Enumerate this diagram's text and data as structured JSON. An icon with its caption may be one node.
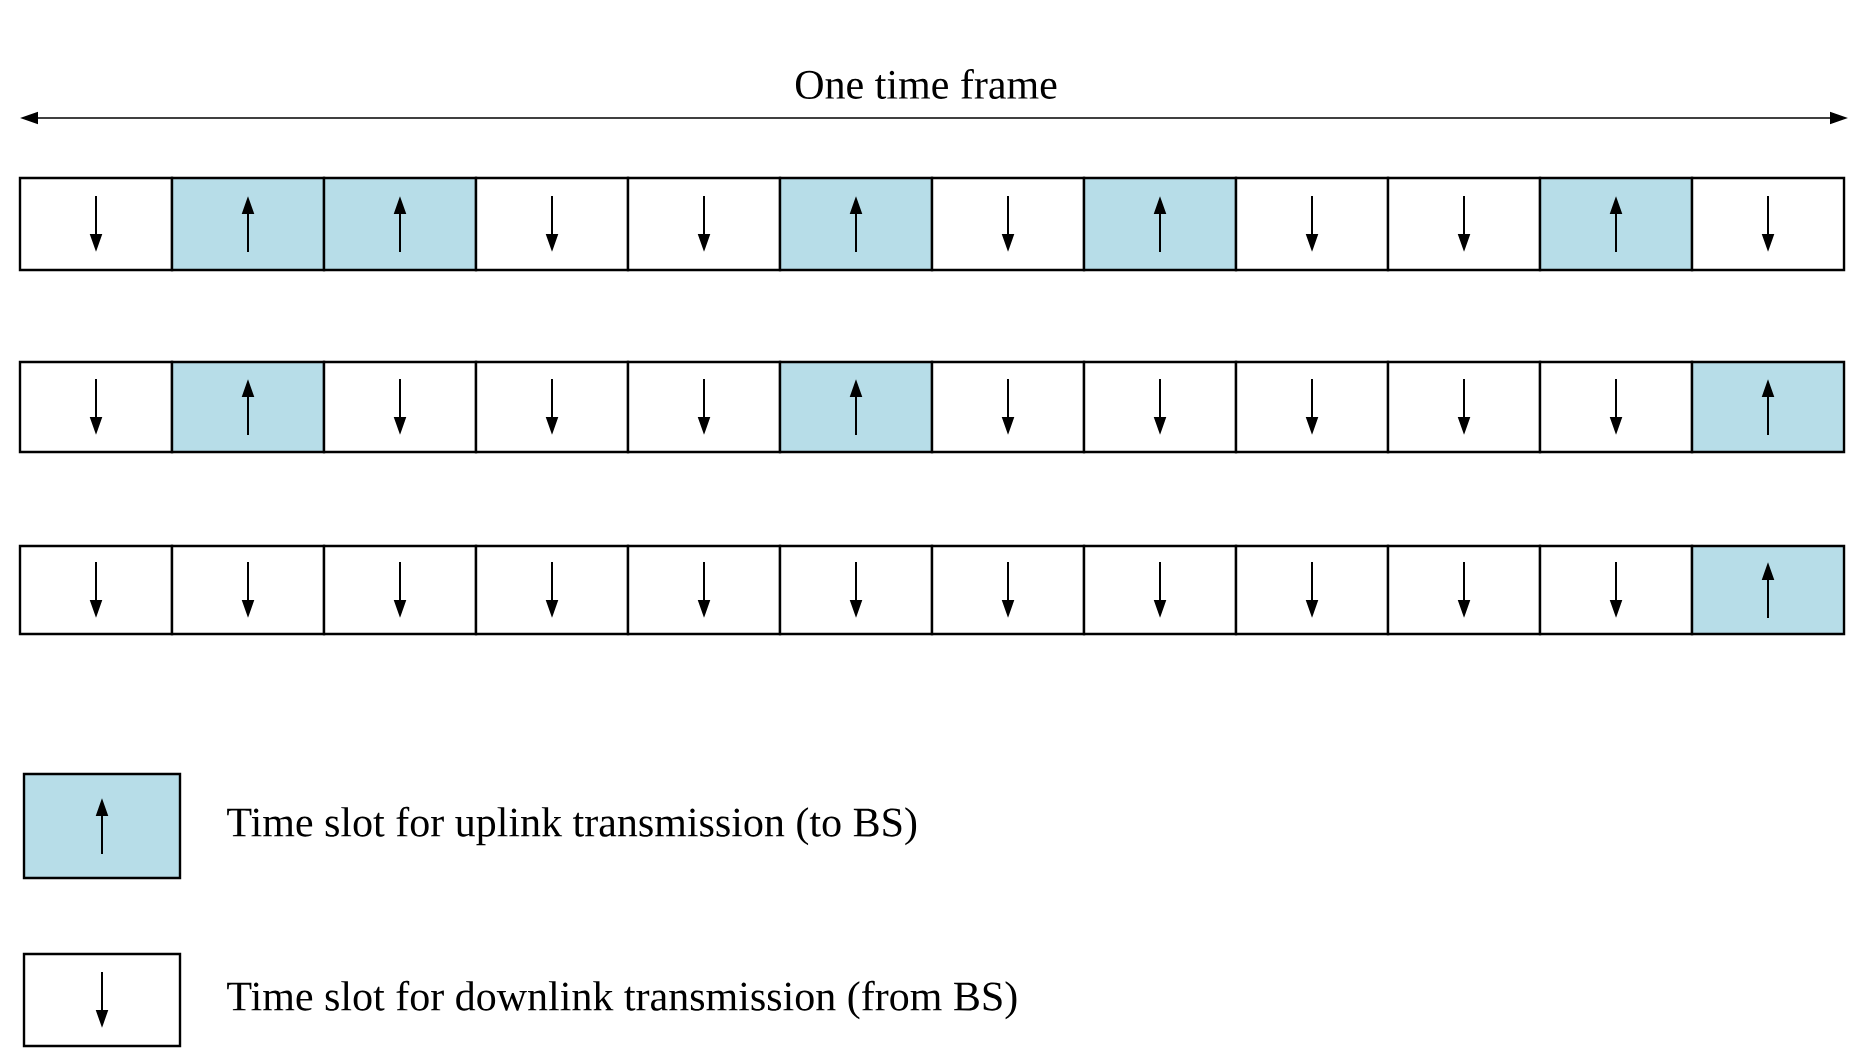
{
  "diagram": {
    "labels": [
      "One time frame"
    ],
    "legend": [
      {
        "text": "Time slot for uplink transmission (to BS)",
        "color": "#b7dde8"
      },
      {
        "text": "Time slot for downlink transmission (from BS)"
      }
    ]
  }
}
